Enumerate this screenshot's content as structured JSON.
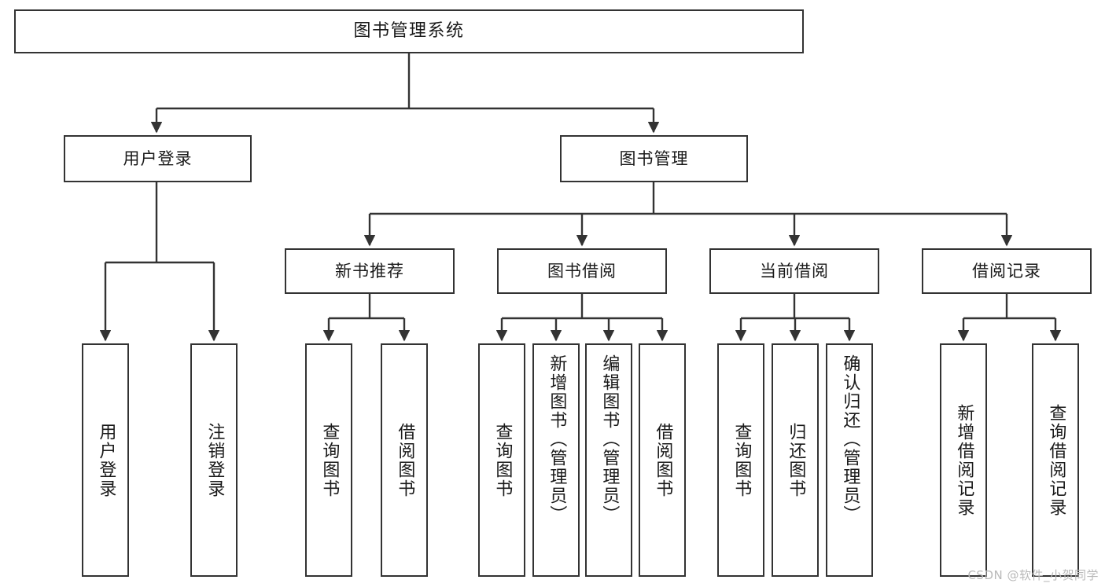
{
  "diagram": {
    "type": "tree-hierarchy",
    "title": "图书管理系统",
    "orientation": "top-down",
    "edge_color": "#333333",
    "box_border_color": "#333333",
    "background_color": "#ffffff",
    "text_color": "#1a1a1a"
  },
  "nodes": {
    "root": {
      "label": "图书管理系统",
      "level": 0
    },
    "level1": [
      {
        "id": "user-login",
        "label": "用户登录"
      },
      {
        "id": "book-management",
        "label": "图书管理"
      }
    ],
    "level2": [
      {
        "id": "new-book-recommend",
        "label": "新书推荐",
        "parent": "book-management"
      },
      {
        "id": "book-borrow",
        "label": "图书借阅",
        "parent": "book-management"
      },
      {
        "id": "current-borrow",
        "label": "当前借阅",
        "parent": "book-management"
      },
      {
        "id": "borrow-record",
        "label": "借阅记录",
        "parent": "book-management"
      }
    ],
    "leaves": {
      "user_login": [
        {
          "id": "leaf-user-login",
          "label": "用户登录"
        },
        {
          "id": "leaf-logout-login",
          "label": "注销登录"
        }
      ],
      "new_book_recommend": [
        {
          "id": "leaf-query-book-1",
          "label": "查询图书"
        },
        {
          "id": "leaf-borrow-book-1",
          "label": "借阅图书"
        }
      ],
      "book_borrow": [
        {
          "id": "leaf-query-book-2",
          "label": "查询图书"
        },
        {
          "id": "leaf-add-book",
          "label": "新增图书（管理员）"
        },
        {
          "id": "leaf-edit-book",
          "label": "编辑图书（管理员）"
        },
        {
          "id": "leaf-borrow-book-2",
          "label": "借阅图书"
        }
      ],
      "current_borrow": [
        {
          "id": "leaf-query-book-3",
          "label": "查询图书"
        },
        {
          "id": "leaf-return-book",
          "label": "归还图书"
        },
        {
          "id": "leaf-confirm-return",
          "label": "确认归还（管理员）"
        }
      ],
      "borrow_record": [
        {
          "id": "leaf-add-record",
          "label": "新增借阅记录"
        },
        {
          "id": "leaf-query-record",
          "label": "查询借阅记录"
        }
      ]
    }
  },
  "watermark": {
    "text": "CSDN @软件_小贺同学",
    "color": "#b9b9b9"
  }
}
